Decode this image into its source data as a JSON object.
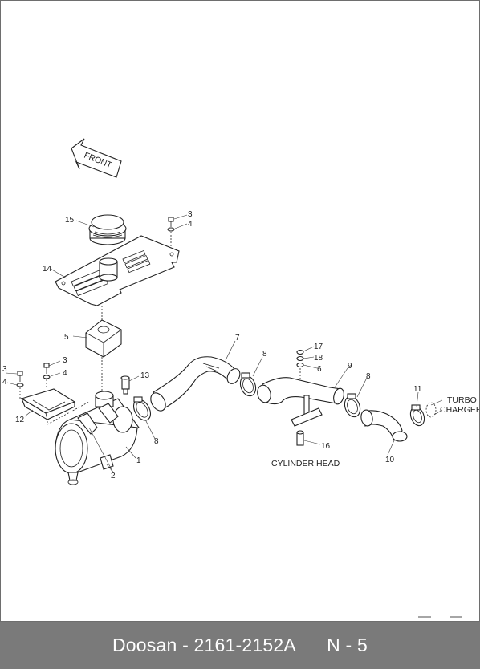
{
  "footer": {
    "brand": "Doosan",
    "separator": " - ",
    "part_number": "2161-2152A",
    "page_code": "N - 5"
  },
  "diagram": {
    "front_arrow_label": "FRONT",
    "cylinder_head_label": "CYLINDER HEAD",
    "turbo_charger_label_line1": "TURBO",
    "turbo_charger_label_line2": "CHARGER",
    "callouts": {
      "c1": "1",
      "c2": "2",
      "c3a": "3",
      "c3b": "3",
      "c3c": "3",
      "c4a": "4",
      "c4b": "4",
      "c4c": "4",
      "c5": "5",
      "c6": "6",
      "c7": "7",
      "c8a": "8",
      "c8b": "8",
      "c8c": "8",
      "c9": "9",
      "c10": "10",
      "c11": "11",
      "c12": "12",
      "c13": "13",
      "c14": "14",
      "c15": "15",
      "c16": "16",
      "c17": "17",
      "c18": "18"
    }
  }
}
